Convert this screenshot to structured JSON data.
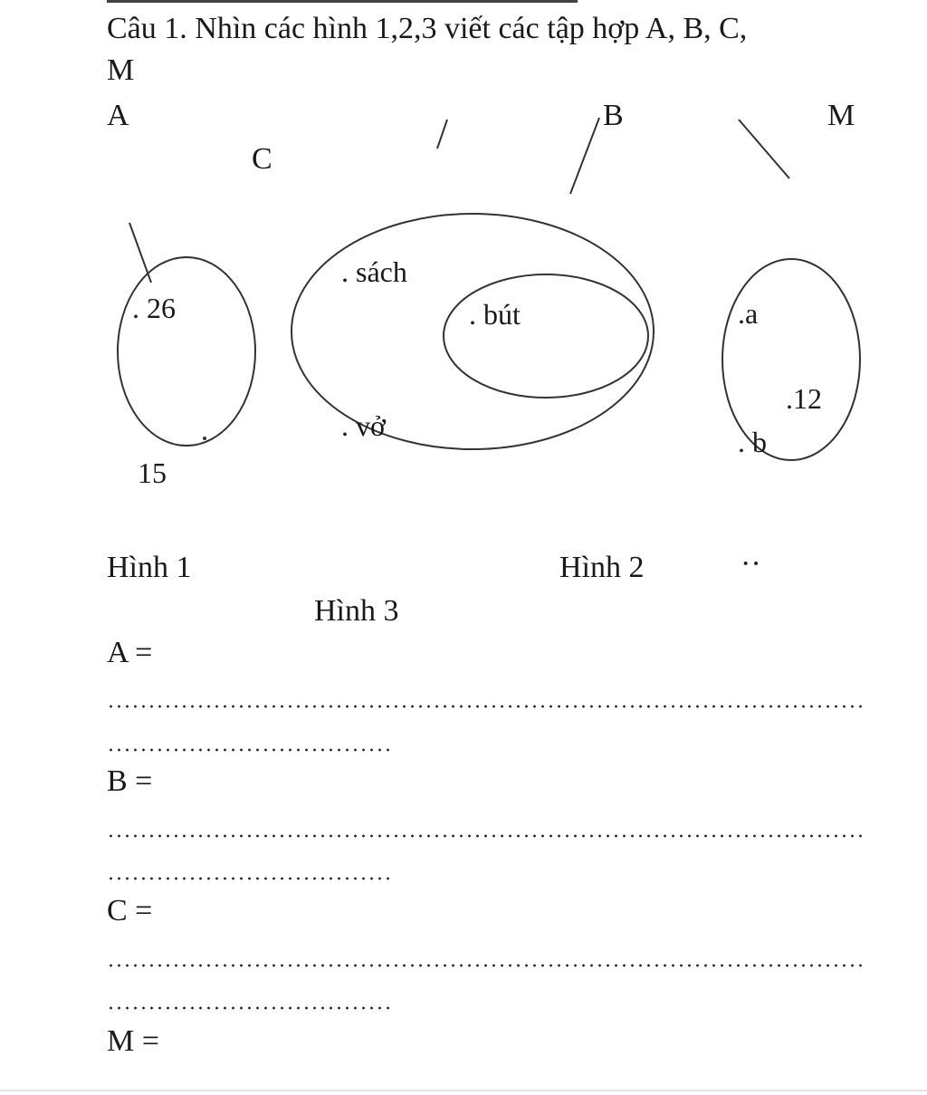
{
  "question": {
    "line1": "Câu 1. Nhìn các hình 1,2,3 viết các tập hợp A, B, C,",
    "line2": "M"
  },
  "figure": {
    "set_labels": {
      "A": "A",
      "B": "B",
      "M": "M",
      "C": "C"
    },
    "hinh1": {
      "elements": [
        ". 26",
        "15"
      ]
    },
    "hinh2": {
      "outer_elements": [
        ". sách",
        ". vở"
      ],
      "inner_elements": [
        ". bút"
      ]
    },
    "hinh3": {
      "elements": [
        ".a",
        ".12",
        ". b"
      ]
    },
    "captions": {
      "hinh1": "Hình 1",
      "hinh2": "Hình 2",
      "hinh3": "Hình 3",
      "marks": "··"
    }
  },
  "answers": [
    {
      "label": "A ="
    },
    {
      "label": "B ="
    },
    {
      "label": "C ="
    },
    {
      "label": "M ="
    }
  ]
}
